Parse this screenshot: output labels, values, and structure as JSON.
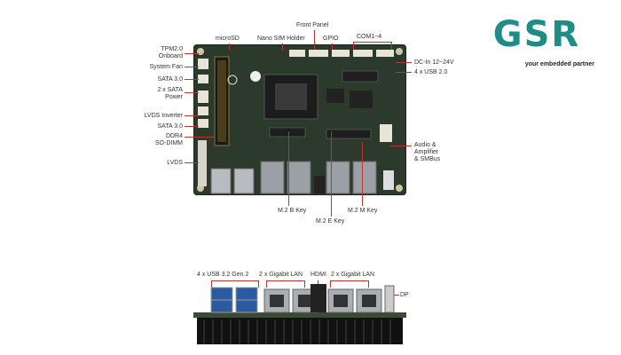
{
  "logo": {
    "text": "GSR",
    "tagline": "your embedded partner",
    "brand_color": "#1e8d87"
  },
  "top_view": {
    "labels_top": {
      "microsd": "microSD",
      "nano_sim": "Nano SIM Holder",
      "front_panel": "Front Panel",
      "gpio": "GPIO",
      "com": "COM1~4"
    },
    "labels_left": {
      "tpm": [
        "TPM2.0",
        "Onboard"
      ],
      "system_fan": "System Fan",
      "sata1": "SATA 3.0",
      "sata_power": [
        "2 x SATA",
        "Power"
      ],
      "lvds_inverter": "LVDS Inverter",
      "sata2": "SATA 3.0",
      "ddr4": [
        "DDR4",
        "SO-DIMM"
      ],
      "lvds": "LVDS"
    },
    "labels_right": {
      "dc_in": "DC-In 12~24V",
      "usb2": "4 x USB 2.0",
      "audio": [
        "Audio &",
        "Amplifier",
        "& SMBus"
      ]
    },
    "labels_bottom": {
      "m2b": "M.2 B Key",
      "m2e": "M.2 E Key",
      "m2m": "M.2 M Key"
    }
  },
  "side_view": {
    "usb": "4 x USB 3.2 Gen 2",
    "lan1": "2 x Gigabit LAN",
    "hdmi": "HDMI",
    "lan2": "2 x Gigabit LAN",
    "dp": "DP"
  }
}
